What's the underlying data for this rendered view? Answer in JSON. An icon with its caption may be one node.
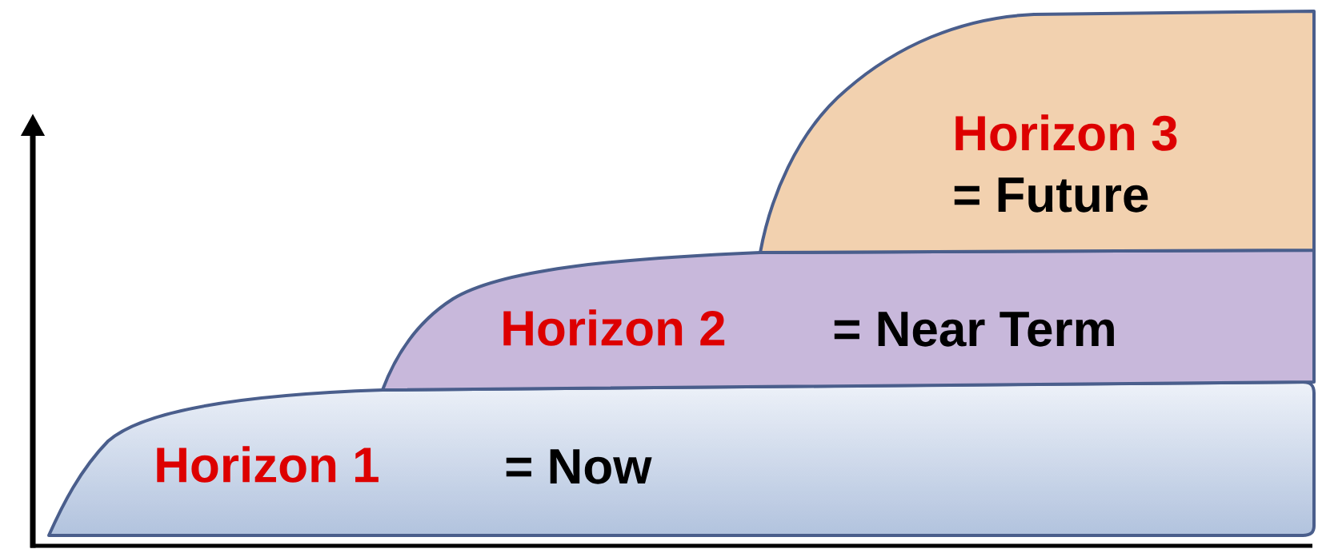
{
  "diagram": {
    "nodes": [
      {
        "text": [
          "Horizon 1",
          "= Now"
        ]
      },
      {
        "text": [
          "Horizon 2",
          "= Near Term"
        ]
      },
      {
        "text": [
          "Horizon 3",
          "= Future"
        ]
      }
    ]
  }
}
